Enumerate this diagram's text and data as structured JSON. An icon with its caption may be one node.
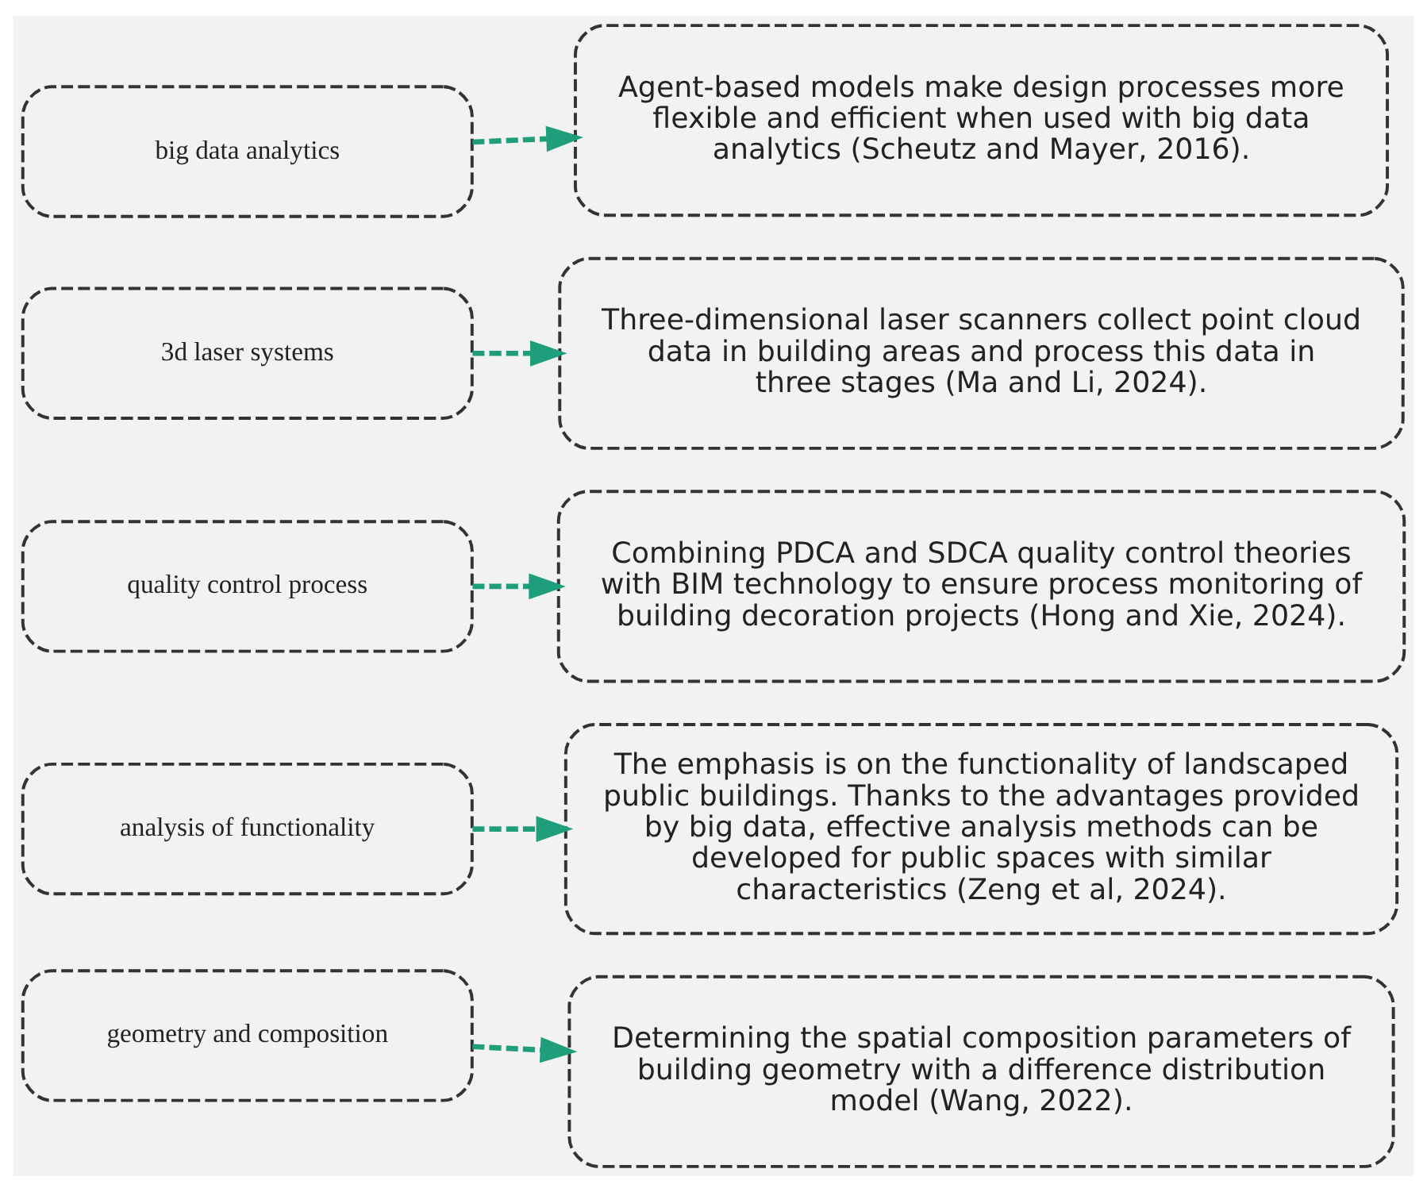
{
  "diagram": {
    "nodes": [
      {
        "text": [
          "big data analytics"
        ]
      },
      {
        "text": [
          "3d laser systems"
        ]
      },
      {
        "text": [
          "quality control process"
        ]
      },
      {
        "text": [
          "analysis of functionality"
        ]
      },
      {
        "text": [
          "geometry and composition"
        ]
      },
      {
        "text": [
          "Agent-based models make design processes more flexible and efficient when used with big data analytics (Scheutz and Mayer, 2016)."
        ]
      },
      {
        "text": [
          "Three-dimensional laser scanners collect point cloud data in building areas and process this data in three stages (Ma and Li, 2024)."
        ]
      },
      {
        "text": [
          "Combining PDCA and SDCA quality control theories with BIM technology to ensure process monitoring of building decoration projects (Hong and Xie, 2024)."
        ]
      },
      {
        "text": [
          "The emphasis is on the functionality of landscaped public buildings. Thanks to the advantages provided by big data, effective analysis methods can be developed for public spaces with similar characteristics (Zeng et al, 2024)."
        ]
      },
      {
        "text": [
          "Determining the spatial composition parameters of building geometry with a difference distribution model (Wang, 2022)."
        ]
      }
    ],
    "edges": [
      {
        "from": 0,
        "to": 5,
        "arrow": "to",
        "style": "dashed"
      },
      {
        "from": 1,
        "to": 6,
        "arrow": "to",
        "style": "dashed"
      },
      {
        "from": 2,
        "to": 7,
        "arrow": "to",
        "style": "dashed"
      },
      {
        "from": 3,
        "to": 8,
        "arrow": "to",
        "style": "dashed"
      },
      {
        "from": 4,
        "to": 9,
        "arrow": "to",
        "style": "dashed"
      }
    ]
  }
}
